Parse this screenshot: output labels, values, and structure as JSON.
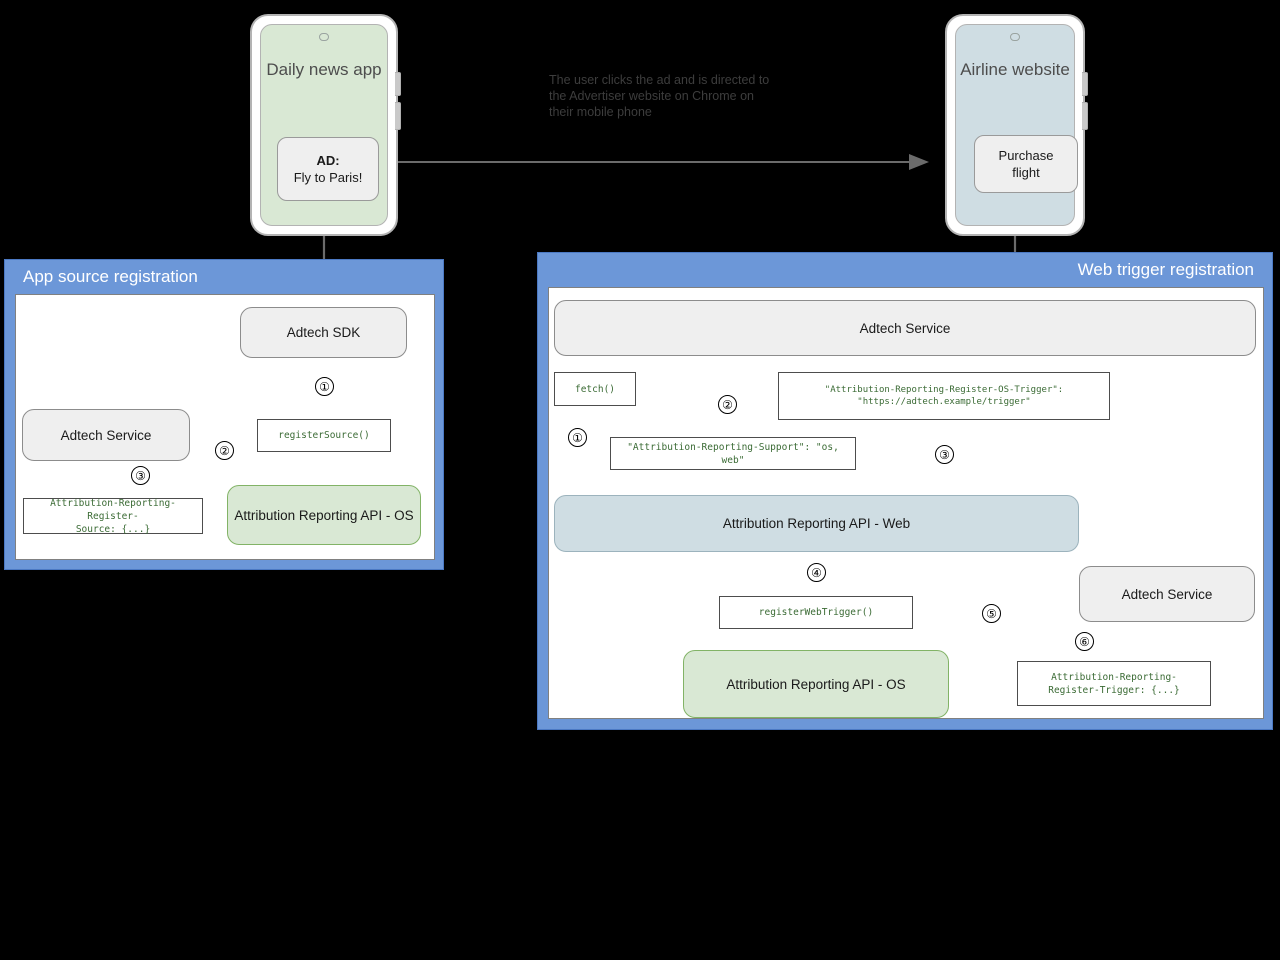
{
  "diagram": {
    "title_left_panel": "App source registration",
    "title_right_panel": "Web trigger registration",
    "caption": "The user clicks the ad and is directed to\nthe Advertiser website on Chrome on\ntheir mobile phone",
    "colors": {
      "panel_blue": "#6c97d8",
      "node_grey": "#efefef",
      "node_green": "#d9e8d4",
      "node_bluegrey": "#cfdde3",
      "code_text_green": "#3b6b35",
      "arrow_grey": "#6b6b6b",
      "background": "#000000"
    }
  },
  "phones": {
    "left": {
      "screen_title": "Daily news\napp",
      "ad_label": "AD:",
      "ad_text": "Fly to Paris!"
    },
    "right": {
      "screen_title": "Airline\nwebsite",
      "button_text": "Purchase\nflight"
    }
  },
  "left_panel": {
    "nodes": {
      "sdk": "Adtech SDK",
      "adtech_service": "Adtech Service",
      "api_os": "Attribution Reporting API - OS"
    },
    "code": {
      "register_source": "registerSource()",
      "register_source_header": "Attribution-Reporting-Register-\nSource: {...}"
    },
    "steps": [
      "①",
      "②",
      "③"
    ]
  },
  "right_panel": {
    "nodes": {
      "adtech_service_top": "Adtech Service",
      "api_web": "Attribution Reporting API - Web",
      "api_os": "Attribution Reporting API - OS",
      "adtech_service_bottom": "Adtech Service"
    },
    "code": {
      "fetch": "fetch()",
      "os_trigger_header": "\"Attribution-Reporting-Register-OS-Trigger\":\n        \"https://adtech.example/trigger\"",
      "support_header": "\"Attribution-Reporting-Support\": \"os, web\"",
      "register_web_trigger": "registerWebTrigger()",
      "register_trigger_header": "Attribution-Reporting-\nRegister-Trigger: {...}"
    },
    "steps": [
      "①",
      "②",
      "③",
      "④",
      "⑤",
      "⑥"
    ]
  }
}
